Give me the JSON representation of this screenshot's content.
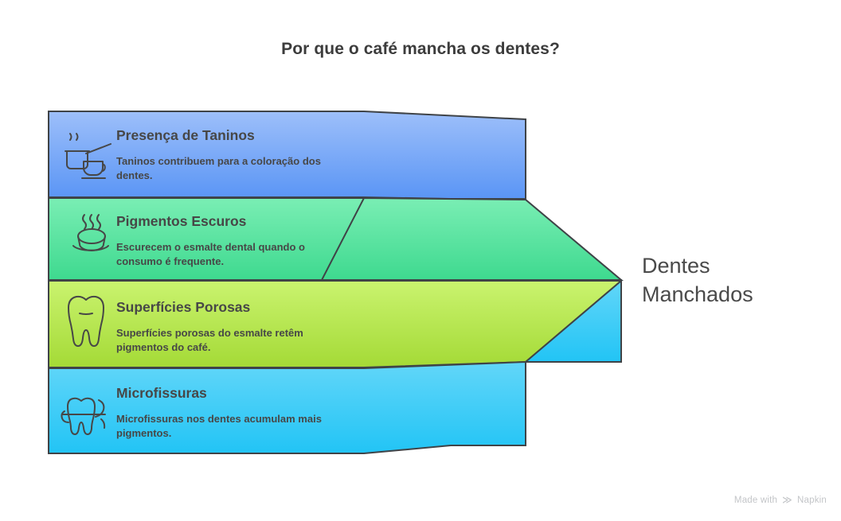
{
  "page": {
    "title": "Por que o café mancha os dentes?",
    "background_color": "#ffffff",
    "text_color": "#474747"
  },
  "chart_data": {
    "type": "diagram",
    "diagram_type": "converging-arrow",
    "title": "Por que o café mancha os dentes?",
    "outcome": "Dentes Manchados",
    "direction": "left-to-right",
    "bands": [
      {
        "label": "Presença de Taninos",
        "description": "Taninos contribuem para a coloração dos dentes.",
        "icon": "coffee-pot-icon",
        "color_top": "#9dbffa",
        "color_bottom": "#5a95f5"
      },
      {
        "label": "Pigmentos Escuros",
        "description": "Escurecem o esmalte dental quando o consumo é frequente.",
        "icon": "coffee-cup-icon",
        "color_top": "#7aeeb4",
        "color_bottom": "#3ed98f"
      },
      {
        "label": "Superfícies Porosas",
        "description": "Superfícies porosas do esmalte retêm pigmentos do café.",
        "icon": "tooth-icon",
        "color_top": "#caf36f",
        "color_bottom": "#a4da36"
      },
      {
        "label": "Microfissuras",
        "description": "Microfissuras nos dentes acumulam mais pigmentos.",
        "icon": "cracked-tooth-icon",
        "color_top": "#62d6f9",
        "color_bottom": "#22c4f5"
      }
    ]
  },
  "outcome": {
    "line1": "Dentes",
    "line2": "Manchados"
  },
  "watermark": {
    "prefix": "Made with",
    "brand": "Napkin",
    "glyph": "≫"
  }
}
